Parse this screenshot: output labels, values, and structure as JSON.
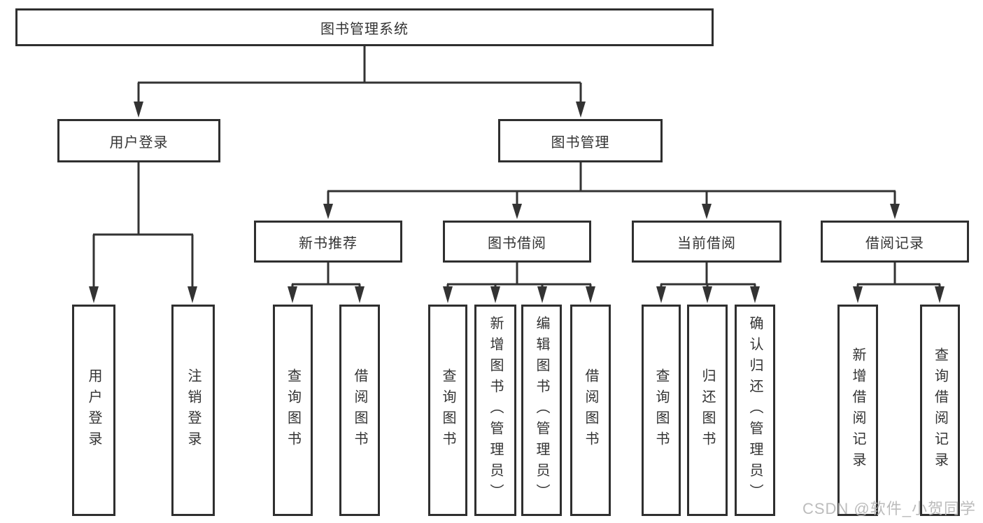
{
  "diagram": {
    "title": "图书管理系统",
    "nodes": {
      "root": "图书管理系统",
      "user_login": "用户登录",
      "book_mgmt": "图书管理",
      "new_book_rec": "新书推荐",
      "book_borrow": "图书借阅",
      "current_borrow": "当前借阅",
      "borrow_records": "借阅记录",
      "leaves": {
        "user_login": [
          "用户登录",
          "注销登录"
        ],
        "new_book_rec": [
          "查询图书",
          "借阅图书"
        ],
        "book_borrow": [
          "查询图书",
          "新增图书（管理员）",
          "编辑图书（管理员）",
          "借阅图书"
        ],
        "current_borrow": [
          "查询图书",
          "归还图书",
          "确认归还（管理员）"
        ],
        "borrow_records": [
          "新增借阅记录",
          "查询借阅记录"
        ]
      }
    }
  },
  "watermark": "CSDN @软件_小贺同学",
  "colors": {
    "border": "#2f2f2f",
    "text": "#333333",
    "line": "#333333",
    "watermark": "#b5b5b5",
    "background": "#ffffff"
  }
}
